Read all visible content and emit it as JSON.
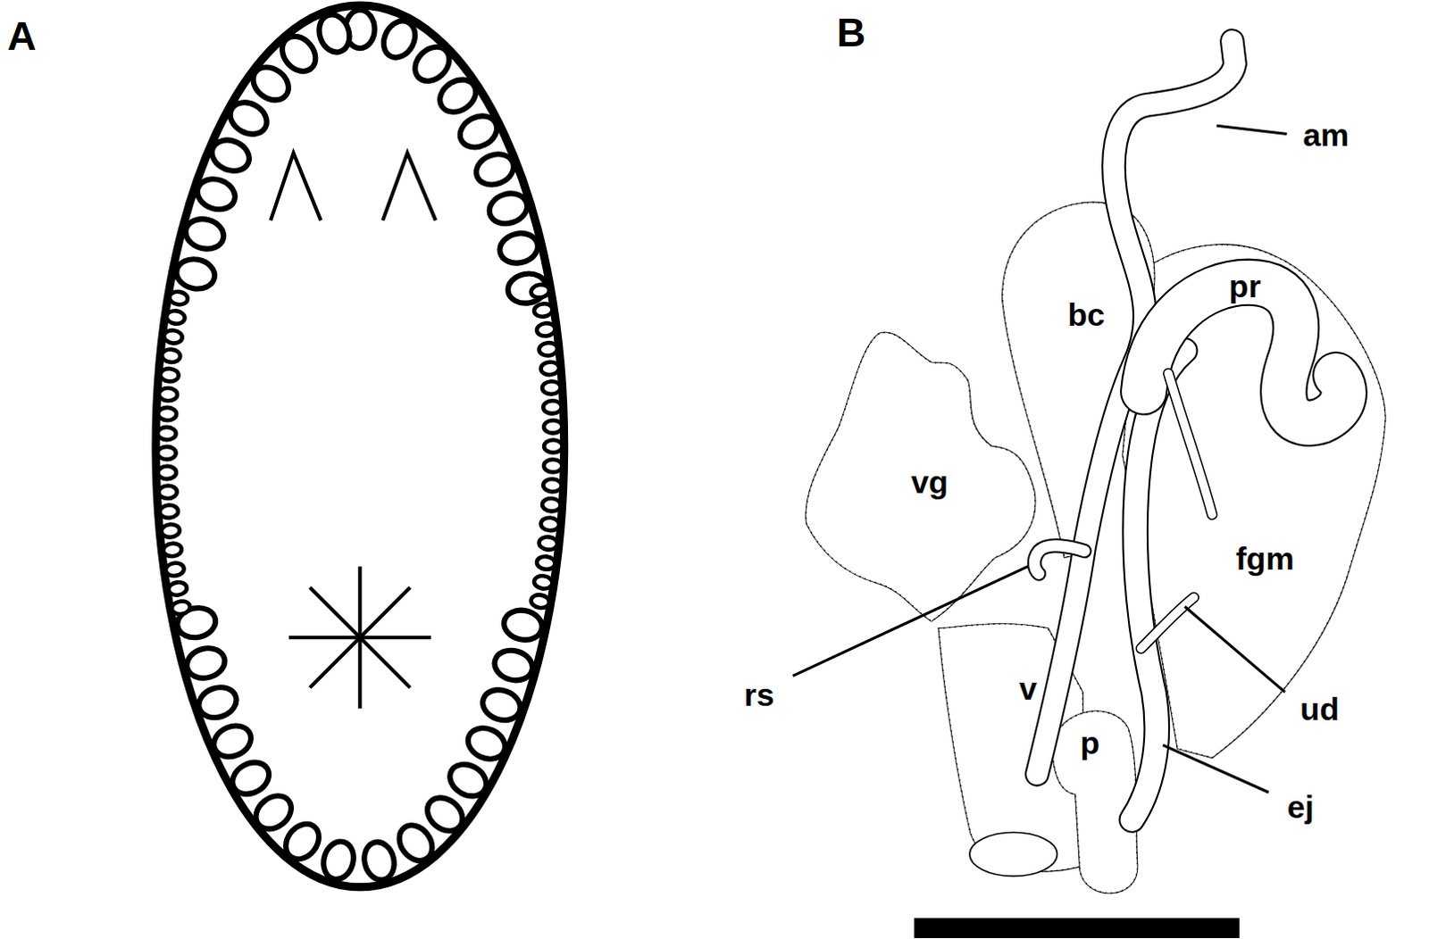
{
  "diagram": {
    "labels": [
      "A",
      "B",
      "am",
      "bc",
      "pr",
      "vg",
      "fgm",
      "rs",
      "ud",
      "v",
      "p",
      "ej"
    ]
  }
}
